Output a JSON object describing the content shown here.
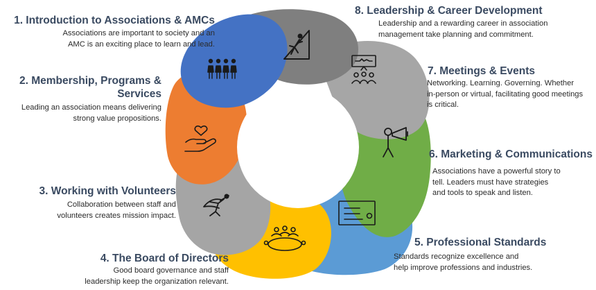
{
  "colors": {
    "blue": "#4472c4",
    "dark_gray": "#7f7f7f",
    "light_gray": "#a6a6a6",
    "green": "#70ad47",
    "light_blue": "#5b9bd5",
    "yellow": "#ffc000",
    "gray": "#a5a5a5",
    "orange": "#ed7d31",
    "title": "#3a4a61"
  },
  "sections": [
    {
      "title": "1. Introduction to Associations & AMCs",
      "lines": [
        "Associations are important to society and an",
        "AMC is an exciting place to learn and lead."
      ],
      "icon": "people-group-icon"
    },
    {
      "title_lines": [
        "2. Membership, Programs &",
        "Services"
      ],
      "lines": [
        "Leading an association means delivering",
        "strong value propositions."
      ],
      "icon": "heart-hand-icon"
    },
    {
      "title": "3. Working with Volunteers",
      "lines": [
        "Collaboration between staff and",
        "volunteers creates mission impact."
      ],
      "icon": "superhero-icon"
    },
    {
      "title": "4. The Board of Directors",
      "lines": [
        "Good board governance and staff",
        "leadership keep the organization relevant."
      ],
      "icon": "board-table-icon"
    },
    {
      "title": "5. Professional Standards",
      "lines": [
        "Standards recognize excellence and",
        "help improve professions and industries."
      ],
      "icon": "certificate-icon"
    },
    {
      "title": "6. Marketing & Communications",
      "lines": [
        "Associations have a powerful story to",
        "tell. Leaders must have strategies",
        "and tools to speak and listen."
      ],
      "icon": "megaphone-icon"
    },
    {
      "title": "7. Meetings & Events",
      "lines": [
        "Networking. Learning. Governing. Whether",
        "in-person or virtual, facilitating good meetings",
        "is critical."
      ],
      "icon": "presentation-icon"
    },
    {
      "title": "8. Leadership & Career Development",
      "lines": [
        "Leadership and a rewarding career in association",
        "management take planning and commitment."
      ],
      "icon": "climber-icon"
    }
  ]
}
